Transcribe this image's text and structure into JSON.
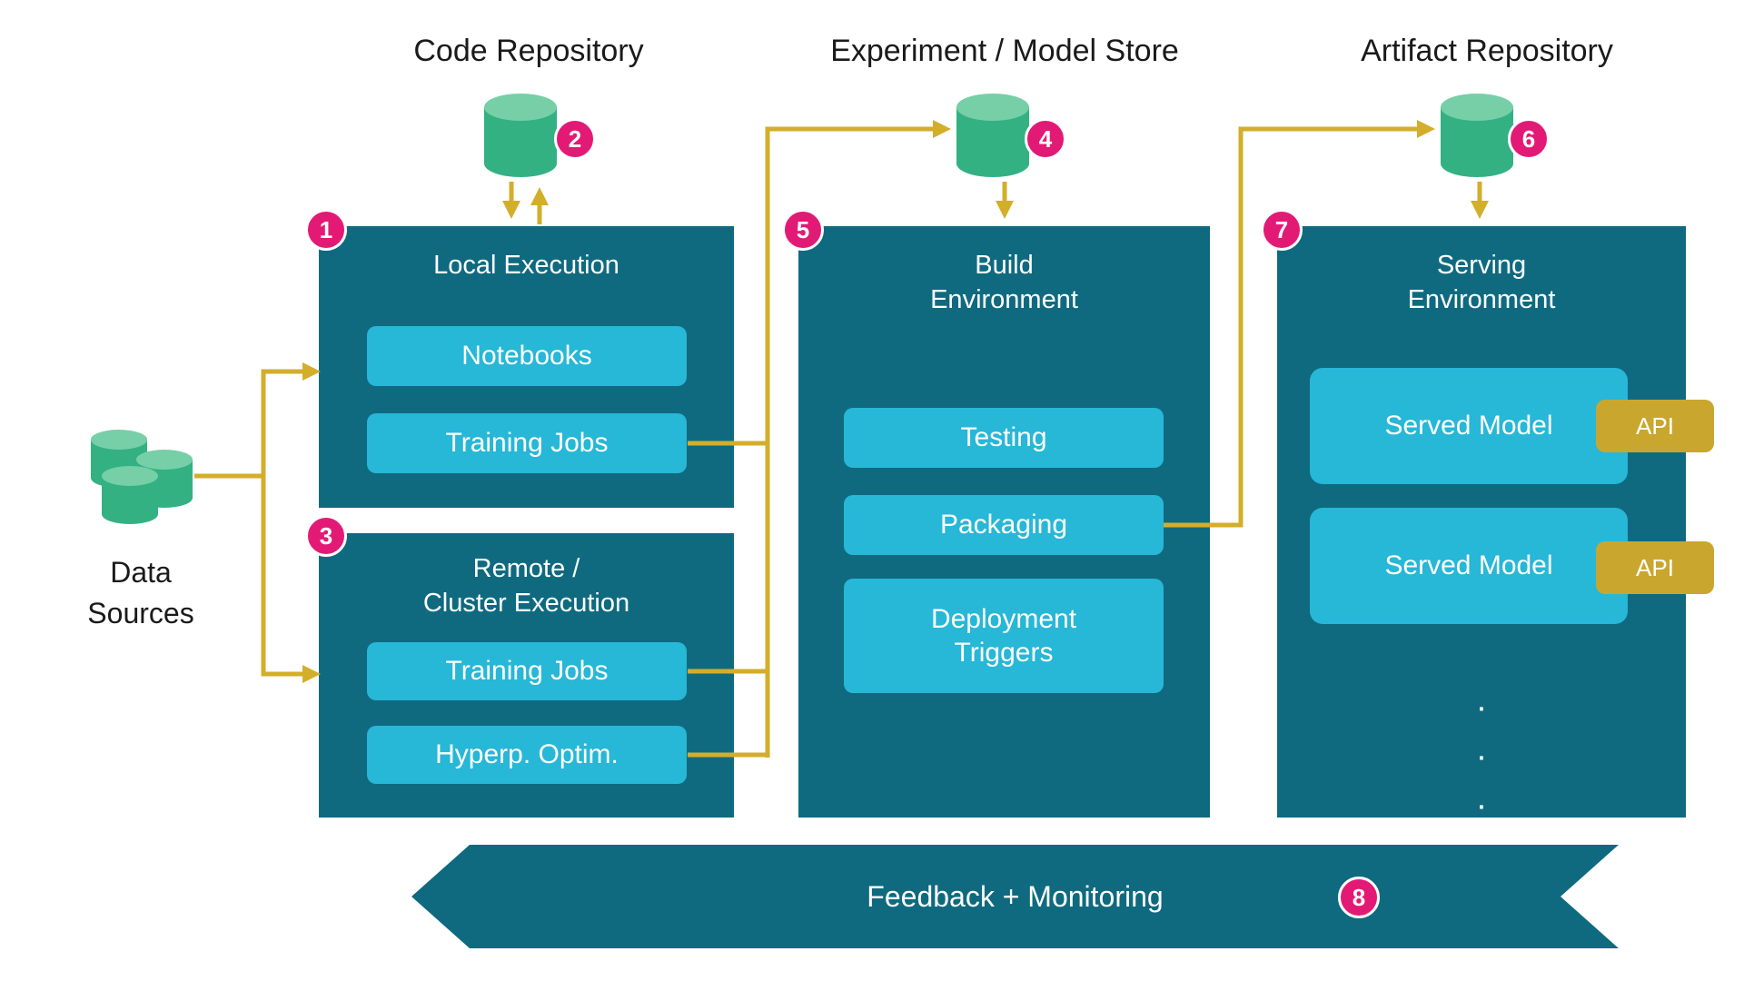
{
  "colors": {
    "panel_teal": "#0f6a80",
    "chip_cyan": "#27b7d7",
    "cylinder_green": "#33b183",
    "cylinder_green_light": "#76cfa6",
    "arrow_gold": "#d3ae2b",
    "api_gold": "#c9a72e",
    "badge_pink": "#e31a75"
  },
  "stores": {
    "code": {
      "title": "Code Repository",
      "badge": "2"
    },
    "experiment": {
      "title": "Experiment / Model Store",
      "badge": "4"
    },
    "artifact": {
      "title": "Artifact Repository",
      "badge": "6"
    }
  },
  "data_sources": {
    "label": "Data\nSources"
  },
  "local_execution": {
    "badge": "1",
    "title": "Local Execution",
    "items": [
      "Notebooks",
      "Training Jobs"
    ]
  },
  "remote_execution": {
    "badge": "3",
    "title": "Remote /\nCluster Execution",
    "items": [
      "Training Jobs",
      "Hyperp. Optim."
    ]
  },
  "build_environment": {
    "badge": "5",
    "title": "Build\nEnvironment",
    "items": [
      "Testing",
      "Packaging",
      "Deployment\nTriggers"
    ]
  },
  "serving_environment": {
    "badge": "7",
    "title": "Serving\nEnvironment",
    "models": [
      {
        "label": "Served Model",
        "api_label": "API"
      },
      {
        "label": "Served Model",
        "api_label": "API"
      }
    ],
    "more_indicator": "·\n·\n·"
  },
  "feedback_banner": {
    "badge": "8",
    "label": "Feedback + Monitoring"
  }
}
